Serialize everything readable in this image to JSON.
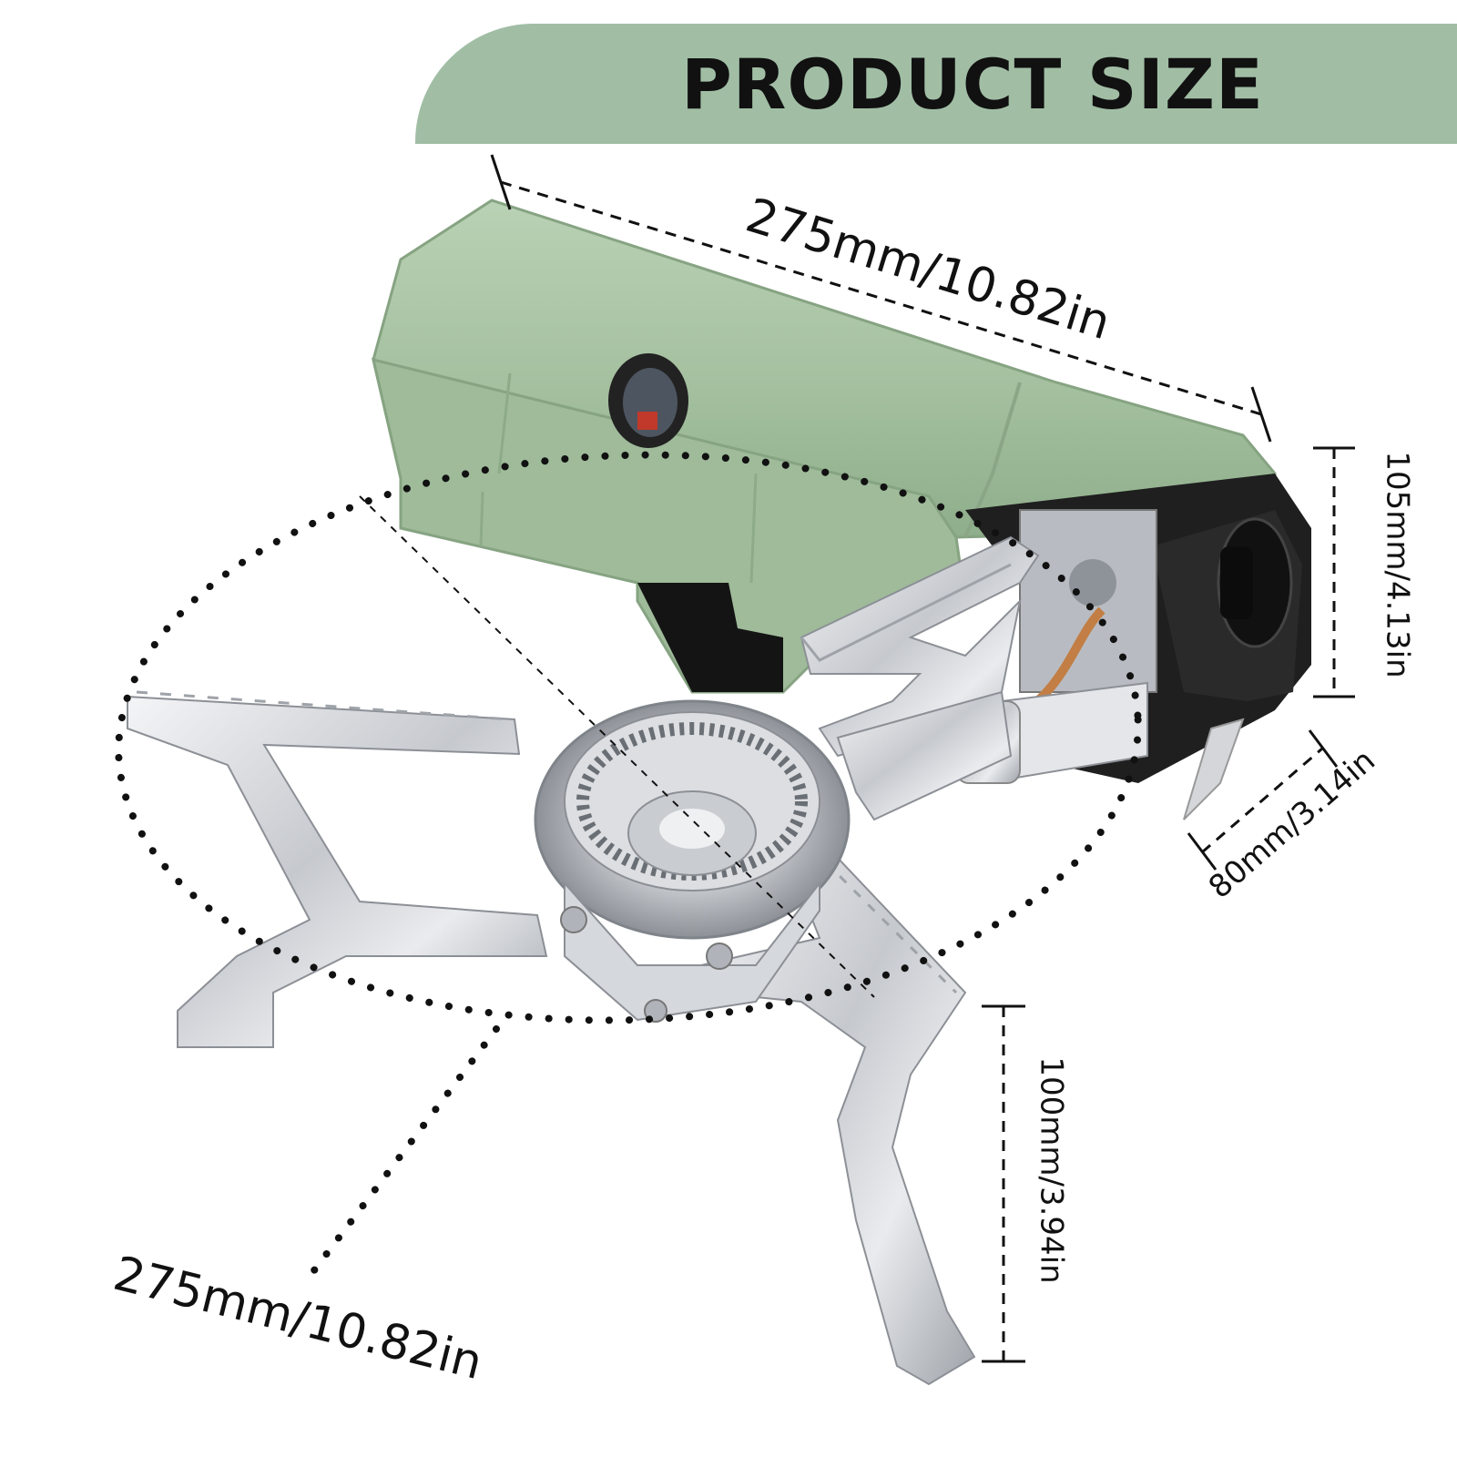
{
  "header": {
    "title": "PRODUCT SIZE",
    "color": "#a1bea5"
  },
  "dimensions": {
    "top_length": "275mm/10.82in",
    "height_right": "105mm/4.13in",
    "depth_right": "80mm/3.14in",
    "leg_height": "100mm/3.94in",
    "support_span": "275mm/10.82in"
  },
  "product": {
    "body_color": "#a9c4a6",
    "metal_color": "#cfd2d6",
    "knob_color": "#1c1c1c"
  }
}
